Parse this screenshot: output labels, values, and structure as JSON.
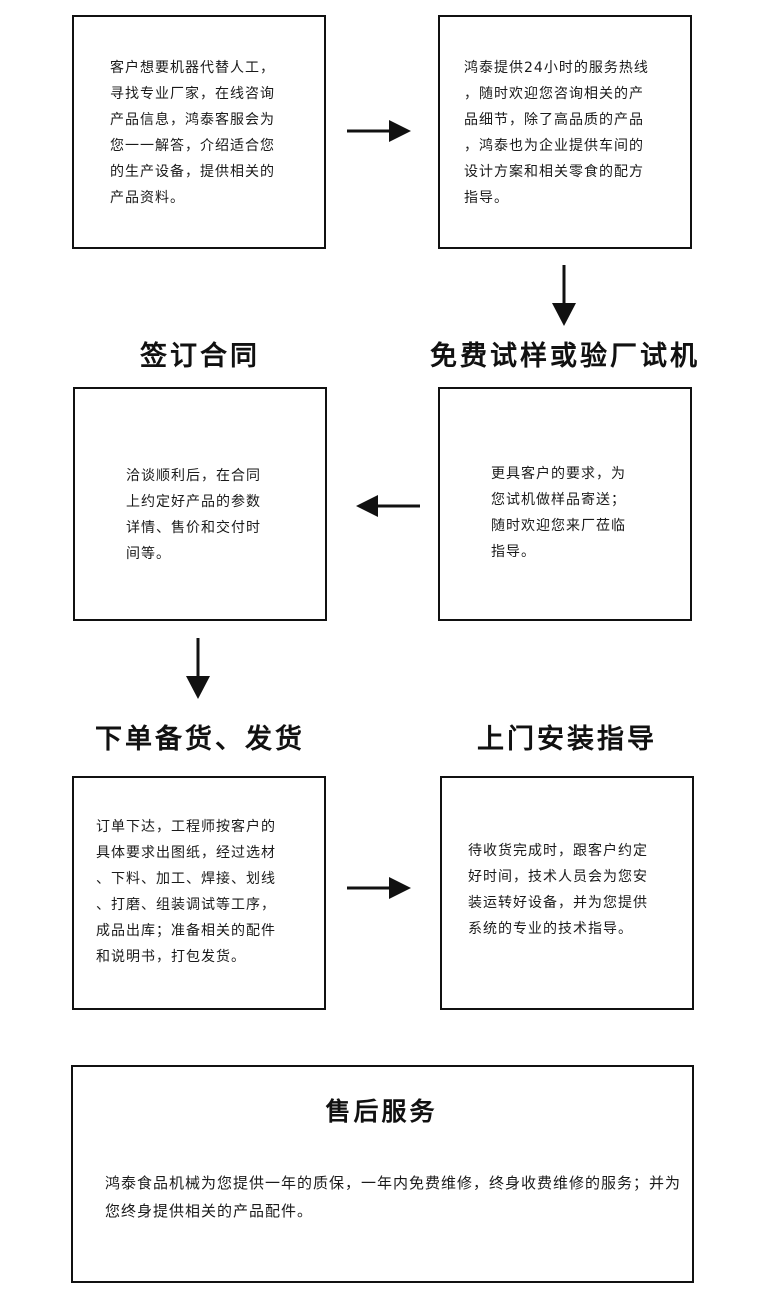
{
  "steps": {
    "consult": {
      "title": "",
      "text": "客户想要机器代替人工，\n寻找专业厂家，在线咨询\n产品信息，鸿泰客服会为\n您一一解答，介绍适合您\n的生产设备，提供相关的\n产品资料。"
    },
    "hotline": {
      "title": "",
      "text": "鸿泰提供24小时的服务热线\n，随时欢迎您咨询相关的产\n品细节，除了高品质的产品\n，鸿泰也为企业提供车间的\n设计方案和相关零食的配方\n指导。"
    },
    "trial": {
      "title": "免费试样或验厂试机",
      "text": "更具客户的要求，为\n您试机做样品寄送；\n随时欢迎您来厂莅临\n指导。"
    },
    "contract": {
      "title": "签订合同",
      "text": "洽谈顺利后，在合同\n上约定好产品的参数\n详情、售价和交付时\n间等。"
    },
    "shipping": {
      "title": "下单备货、发货",
      "text": "订单下达，工程师按客户的\n具体要求出图纸，经过选材\n、下料、加工、焊接、划线\n、打磨、组装调试等工序，\n成品出库；准备相关的配件\n和说明书，打包发货。"
    },
    "install": {
      "title": "上门安装指导",
      "text": "待收货完成时，跟客户约定\n好时间，技术人员会为您安\n装运转好设备，并为您提供\n系统的专业的技术指导。"
    },
    "aftersales": {
      "title": "售后服务",
      "text": "鸿泰食品机械为您提供一年的质保，一年内免费维修，终身收费维修的服务；并为您终身提供相关的产品配件。"
    }
  },
  "flow": [
    {
      "from": "consult",
      "to": "hotline",
      "direction": "right"
    },
    {
      "from": "hotline",
      "to": "trial",
      "direction": "down"
    },
    {
      "from": "trial",
      "to": "contract",
      "direction": "left"
    },
    {
      "from": "contract",
      "to": "shipping",
      "direction": "down"
    },
    {
      "from": "shipping",
      "to": "install",
      "direction": "right"
    }
  ],
  "colors": {
    "ink": "#111111",
    "background": "#ffffff"
  }
}
